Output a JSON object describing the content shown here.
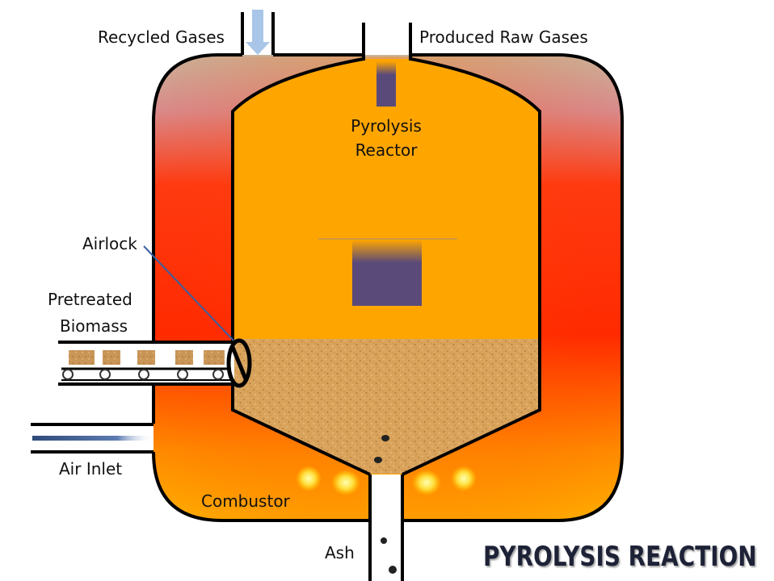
{
  "diagram": {
    "title": "PYROLYSIS REACTION",
    "labels": {
      "recycled_gases": "Recycled Gases",
      "produced_raw_gases": "Produced Raw Gases",
      "reactor_line1": "Pyrolysis",
      "reactor_line2": "Reactor",
      "airlock": "Airlock",
      "biomass_line1": "Pretreated",
      "biomass_line2": "Biomass",
      "air_inlet": "Air Inlet",
      "combustor": "Combustor",
      "ash": "Ash"
    },
    "colors": {
      "combustor_hot": "#ff2a00",
      "combustor_warm": "#ff8a00",
      "reactor_fill": "#ffa500",
      "biomass_bed": "#d9a35c",
      "outline": "#000000",
      "recycled_arrow": "#a9c6e8",
      "gas_plume": "#5a4a7a",
      "title_text": "#1e2237"
    }
  }
}
